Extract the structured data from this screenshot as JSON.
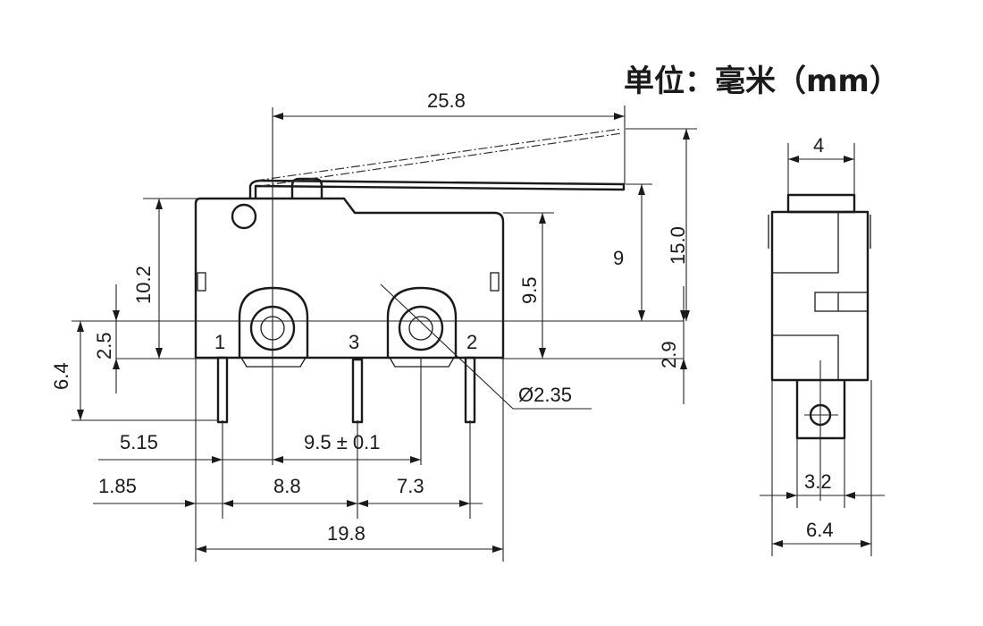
{
  "unit_label": "单位：毫米（mm）",
  "dimensions": {
    "lever_length": "25.8",
    "overall_height": "15.0",
    "lever_to_pin_line": "9",
    "body_height": "10.2",
    "operating_level": "9.5",
    "pin_offset": "2.5",
    "pin_length": "6.4",
    "pin_below_line": "2.9",
    "hole_diameter": "Ø2.35",
    "pin1_offset_a": "5.15",
    "hole_pitch": "9.5 ± 0.1",
    "pin1_offset_b": "1.85",
    "pin1_to_pin3": "8.8",
    "pin3_to_pin2": "7.3",
    "body_width": "19.8",
    "side_top_width": "4",
    "side_terminal_width": "3.2",
    "side_width": "6.4"
  },
  "pins": [
    "1",
    "3",
    "2"
  ]
}
